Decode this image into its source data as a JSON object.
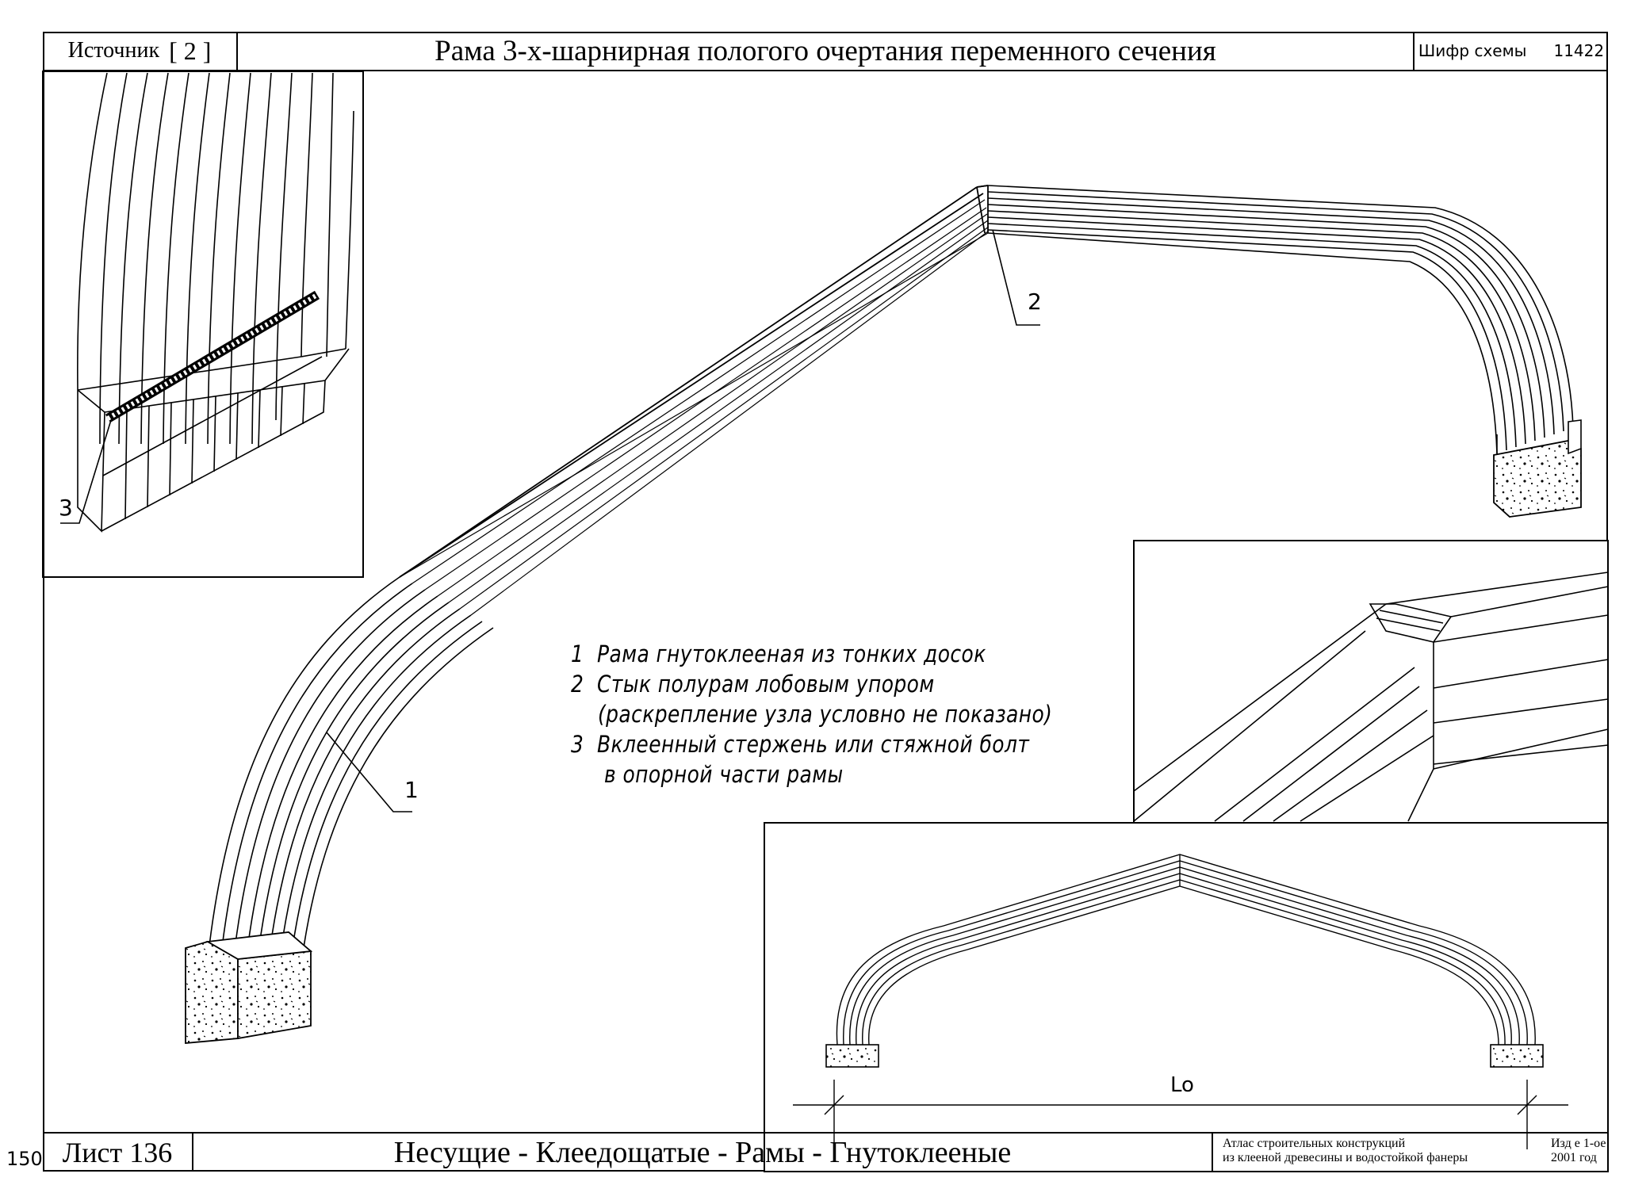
{
  "header": {
    "source_label": "Источник",
    "source_ref": "[ 2 ]",
    "title": "Рама 3-х-шарнирная пологого очертания переменного сечения",
    "code_label": "Шифр схемы",
    "code_value": "11422"
  },
  "callouts": {
    "frame": "1",
    "joint": "2",
    "rod": "3"
  },
  "legend": [
    {
      "num": "1",
      "text": "Рама гнутоклееная из тонких досок"
    },
    {
      "num": "2",
      "text": "Стык полурам лобовым упором"
    },
    {
      "num": "",
      "text": "(раскрепление узла условно не показано)"
    },
    {
      "num": "3",
      "text": "Вклеенный стержень или стяжной болт"
    },
    {
      "num": "",
      "text": "в опорной части рамы"
    }
  ],
  "dimension": {
    "span_label": "Lo"
  },
  "footer": {
    "page_number": "150",
    "sheet": "Лист 136",
    "category": "Несущие - Клеедощатые - Рамы - Гнутоклееные",
    "atlas_line1": "Атлас строительных конструкций",
    "atlas_line2": "из клееной древесины и водостойкой фанеры",
    "edition_line1": "Изд е 1-ое",
    "edition_line2": "2001 год"
  }
}
